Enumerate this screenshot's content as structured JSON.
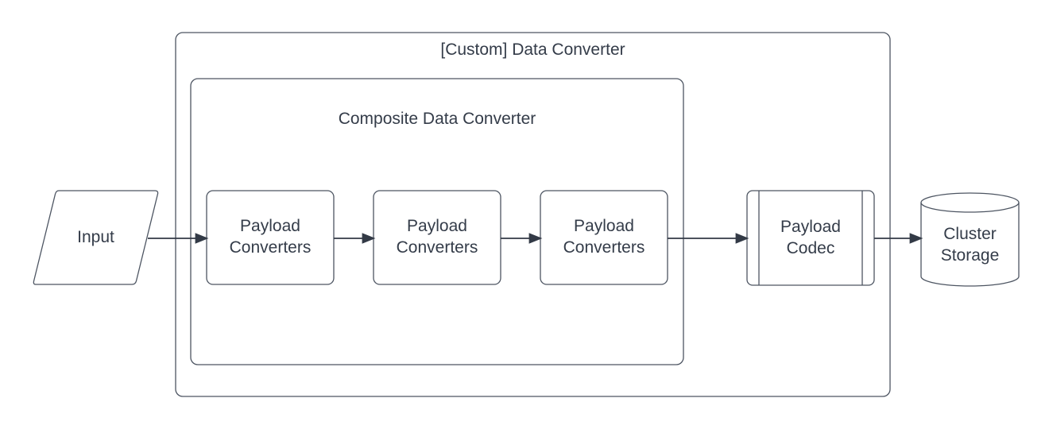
{
  "diagram": {
    "outer_group": {
      "title": "[Custom] Data Converter"
    },
    "inner_group": {
      "title": "Composite Data Converter"
    },
    "nodes": {
      "input": {
        "label": "Input",
        "shape": "parallelogram"
      },
      "converters": [
        {
          "label": "Payload Converters"
        },
        {
          "label": "Payload Converters"
        },
        {
          "label": "Payload Converters"
        }
      ],
      "codec": {
        "label": "Payload Codec",
        "shape": "predefined-process"
      },
      "storage": {
        "label": "Cluster Storage",
        "shape": "cylinder"
      }
    },
    "edges": [
      [
        "input",
        "converter-1"
      ],
      [
        "converter-1",
        "converter-2"
      ],
      [
        "converter-2",
        "converter-3"
      ],
      [
        "converter-3",
        "codec"
      ],
      [
        "codec",
        "storage"
      ]
    ],
    "colors": {
      "background": "#ffffff",
      "shape_stroke": "#4d5562",
      "arrow": "#333a46",
      "text": "#343c49"
    }
  }
}
